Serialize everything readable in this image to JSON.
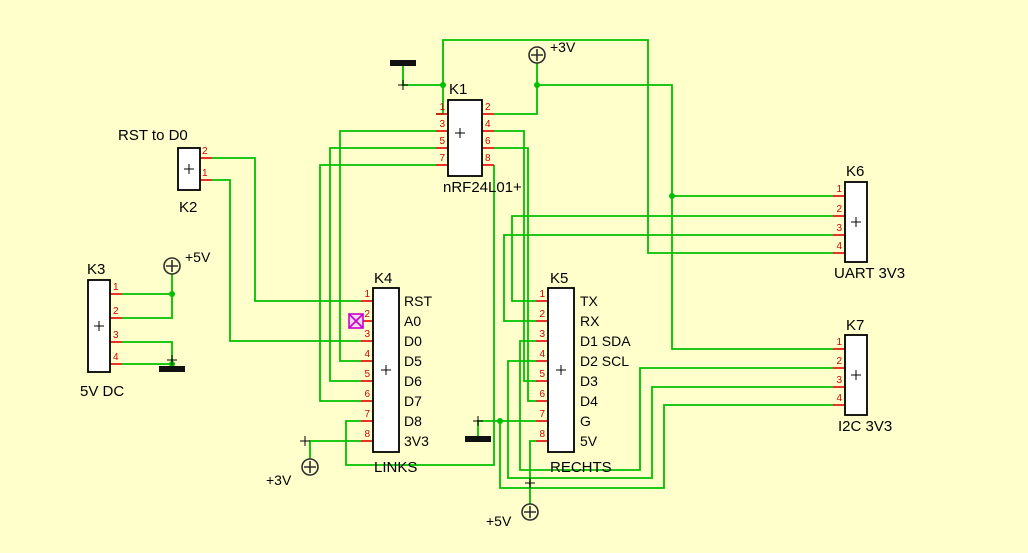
{
  "canvas": {
    "background": "#FFFFCC",
    "wire_color": "#00C000",
    "pin_color": "#E00000",
    "outline_color": "#000000",
    "body_fill": "#FFFFFF",
    "symbol_color": "#2E2E2E",
    "noconnect_color": "#CC00CC"
  },
  "components": {
    "k1": {
      "ref": "K1",
      "value": "nRF24L01+",
      "pins": [
        "1",
        "2",
        "3",
        "4",
        "5",
        "6",
        "7",
        "8"
      ]
    },
    "k2": {
      "ref": "K2",
      "value": "RST to D0",
      "pins": [
        "1",
        "2"
      ]
    },
    "k3": {
      "ref": "K3",
      "value": "5V DC",
      "pins": [
        "1",
        "2",
        "3",
        "4"
      ]
    },
    "k4": {
      "ref": "K4",
      "value": "LINKS",
      "pins": [
        "1",
        "2",
        "3",
        "4",
        "5",
        "6",
        "7",
        "8"
      ],
      "pin_labels": [
        "RST",
        "A0",
        "D0",
        "D5",
        "D6",
        "D7",
        "D8",
        "3V3"
      ]
    },
    "k5": {
      "ref": "K5",
      "value": "RECHTS",
      "pins": [
        "1",
        "2",
        "3",
        "4",
        "5",
        "6",
        "7",
        "8"
      ],
      "pin_labels": [
        "TX",
        "RX",
        "D1 SDA",
        "D2 SCL",
        "D3",
        "D4",
        "G",
        "5V"
      ]
    },
    "k6": {
      "ref": "K6",
      "value": "UART 3V3",
      "pins": [
        "1",
        "2",
        "3",
        "4"
      ]
    },
    "k7": {
      "ref": "K7",
      "value": "I2C 3V3",
      "pins": [
        "1",
        "2",
        "3",
        "4"
      ]
    }
  },
  "power": {
    "v3_top": "+3V",
    "v5_left": "+5V",
    "v3_bottom_left": "+3V",
    "v5_bottom": "+5V"
  }
}
